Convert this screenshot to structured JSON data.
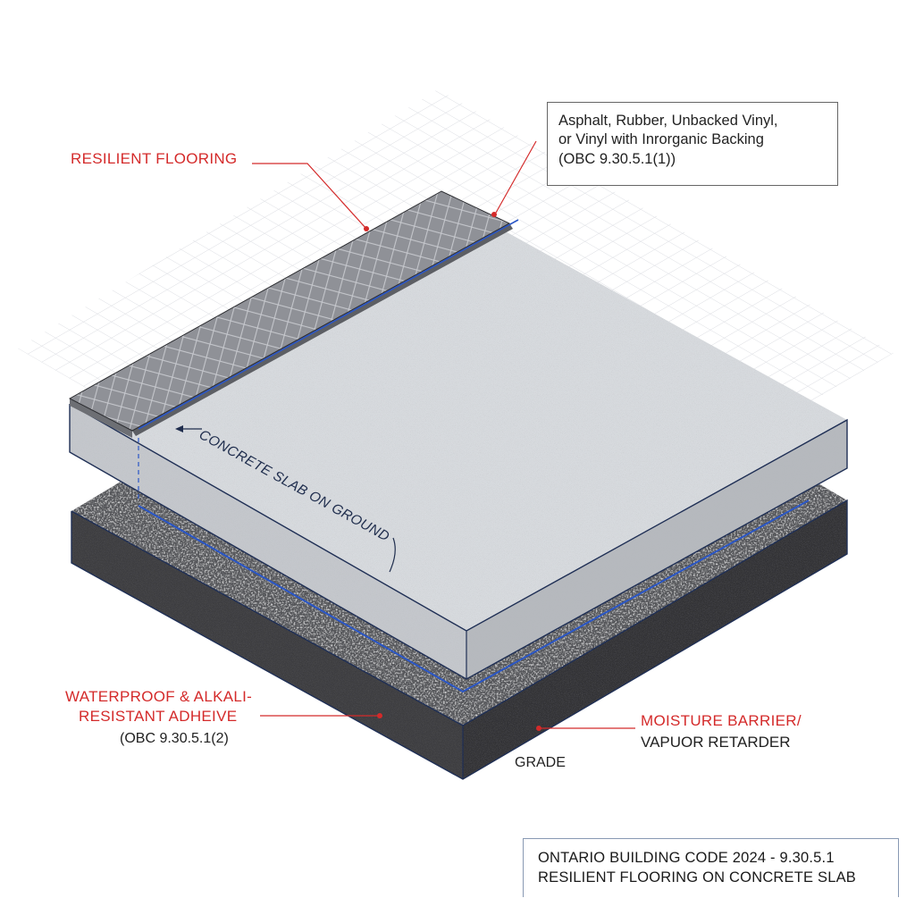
{
  "labels": {
    "resilient_flooring": "RESILIENT FLOORING",
    "flooring_note": {
      "line1": "Asphalt, Rubber, Unbacked Vinyl,",
      "line2": "or Vinyl with Inrorganic Backing",
      "line3": "(OBC 9.30.5.1(1))"
    },
    "concrete_slab": "CONCRETE SLAB ON GROUND",
    "adhesive": {
      "line1": "WATERPROOF & ALKALI-",
      "line2": "RESISTANT ADHEIVE",
      "line3": "(OBC 9.30.5.1(2)"
    },
    "moisture_barrier": {
      "line1": "MOISTURE BARRIER/",
      "line2": "VAPUOR RETARDER"
    },
    "grade": "GRADE"
  },
  "title_block": {
    "line1": "ONTARIO BUILDING CODE 2024 - 9.30.5.1",
    "line2": "RESILIENT FLOORING ON CONCRETE SLAB"
  },
  "colors": {
    "label_red": "#d42a2a",
    "blue_line": "#2a56c6",
    "slab_fill": "#d6d9de",
    "gravel_fill": "#5e5f63",
    "grade_fill": "#3e3f43",
    "flooring_fill": "#8e9096"
  }
}
